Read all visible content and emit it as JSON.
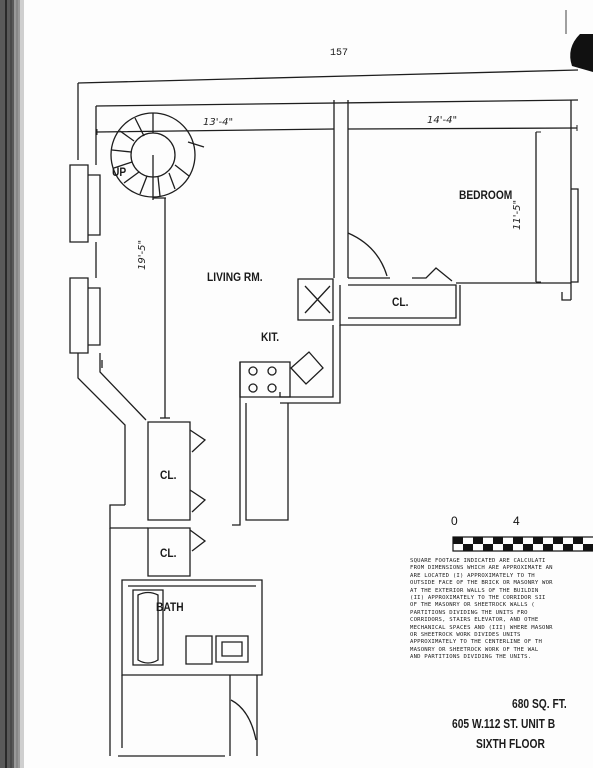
{
  "page": {
    "number": "157"
  },
  "rooms": {
    "living": "LIVING RM.",
    "bedroom": "BEDROOM",
    "kitchen": "KIT.",
    "closet_bedroom": "CL.",
    "closet_hall_upper": "CL.",
    "closet_hall_lower": "CL.",
    "bath": "BATH",
    "stair": "UP"
  },
  "dimensions": {
    "living_width": "13'-4\"",
    "bedroom_width": "14'-4\"",
    "living_length": "19'-5\"",
    "bedroom_depth": "11'-5\""
  },
  "scale": {
    "start": "0",
    "end": "4"
  },
  "notes": "SQUARE FOOTAGE INDICATED ARE CALCULATI\nFROM DIMENSIONS WHICH ARE APPROXIMATE AN\nARE LOCATED (I) APPROXIMATELY TO TH\nOUTSIDE FACE OF THE BRICK OR MASONRY WOR\nAT THE EXTERIOR WALLS OF THE BUILDIN\n(II) APPROXIMATELY TO THE CORRIDOR SII\nOF THE MASONRY OR SHEETROCK WALLS (\nPARTITIONS DIVIDING THE UNITS FRO\nCORRIDORS, STAIRS ELEVATOR, AND OTHE\nMECHANICAL SPACES AND (III) WHERE MASONR\nOR SHEETROCK WORK DIVIDES UNITS\nAPPROXIMATELY TO THE CENTERLINE OF TH\nMASONRY OR SHEETROCK WORK OF THE WAL\nAND PARTITIONS DIVIDING THE UNITS.",
  "unit": {
    "area": "680 SQ. FT.",
    "address": "605 W.112 ST. UNIT B",
    "floor": "SIXTH FLOOR"
  }
}
